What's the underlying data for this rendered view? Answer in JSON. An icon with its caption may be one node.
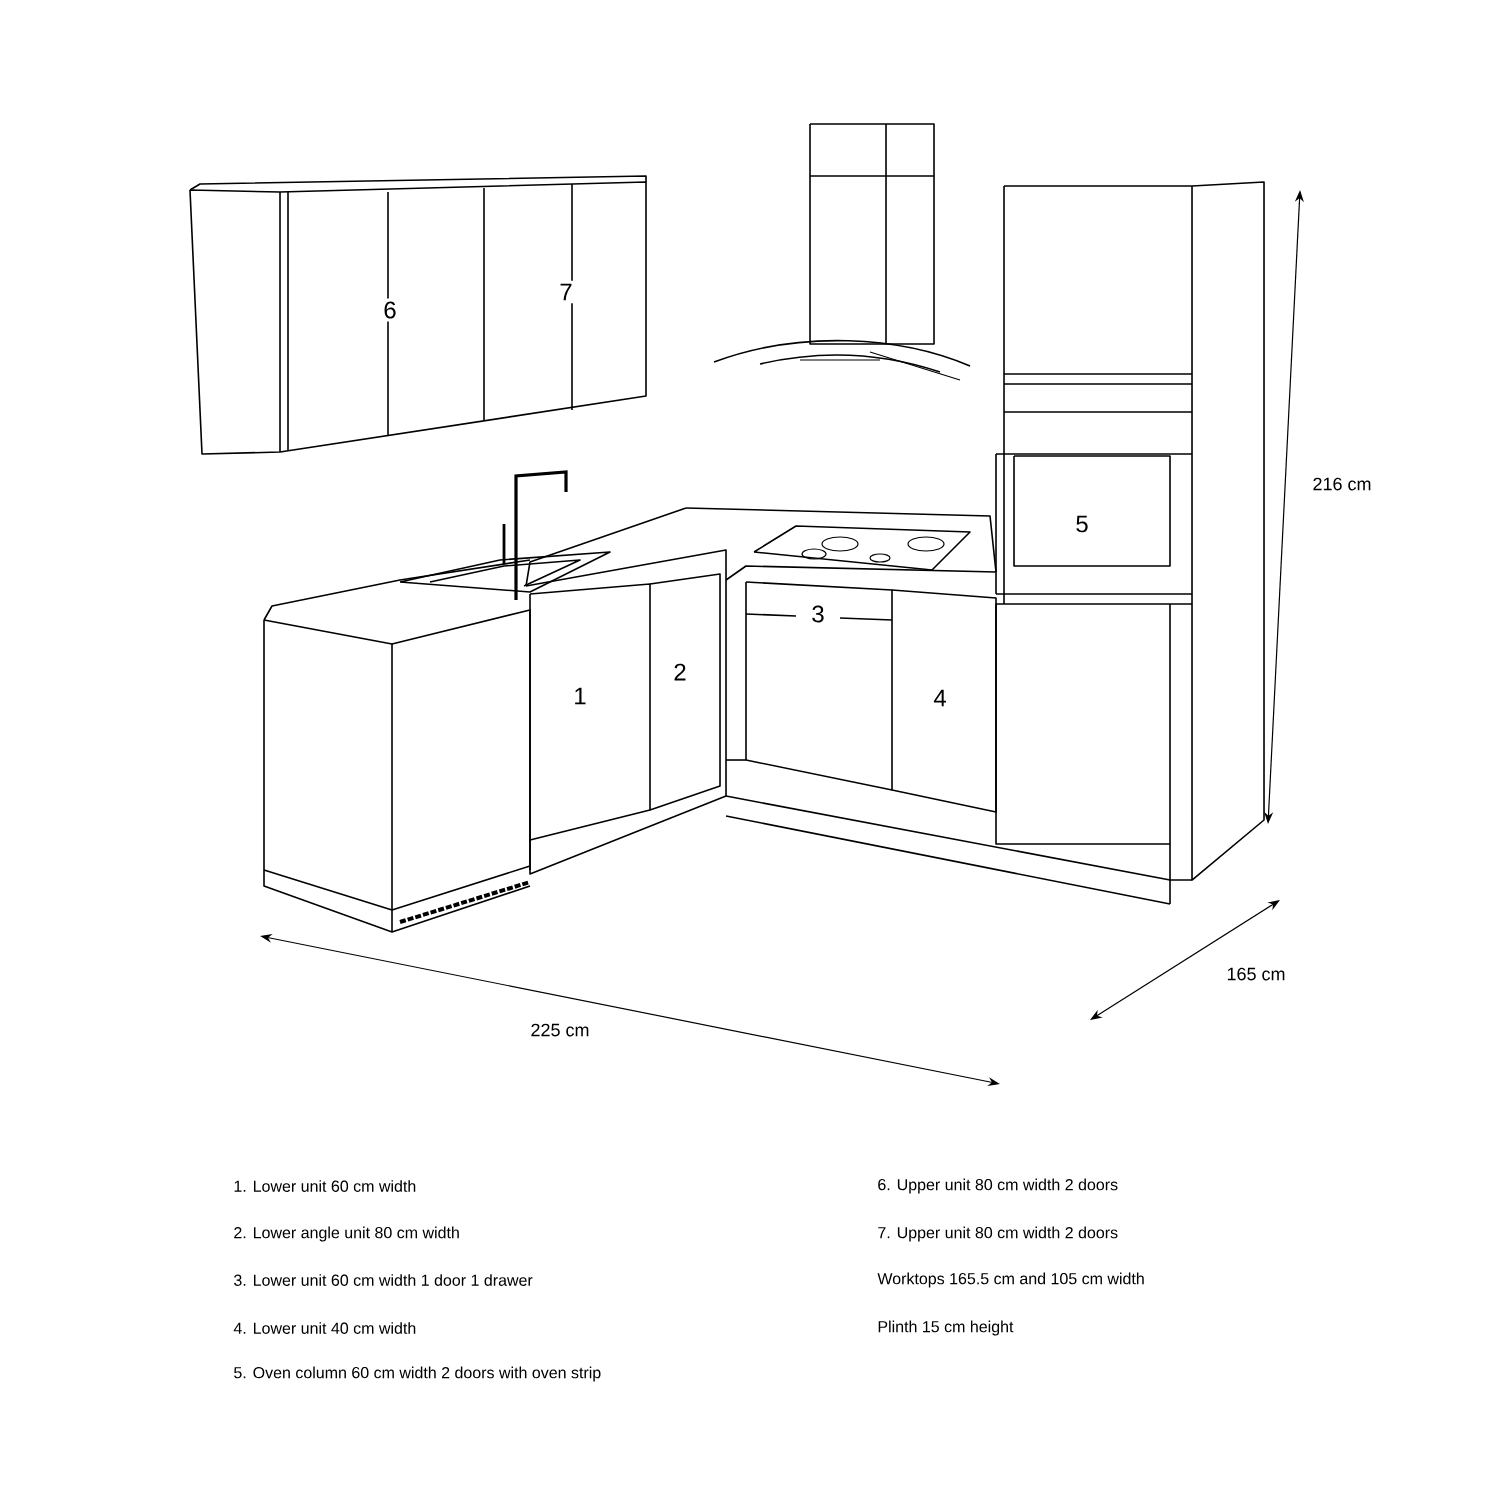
{
  "diagram": {
    "labels": [
      "6",
      "7",
      "216 cm",
      "5",
      "3",
      "2",
      "1",
      "4",
      "165 cm",
      "225 cm",
      "1. Lower unit 60 cm width",
      "2. Lower angle unit 80 cm width",
      "3. Lower unit 60 cm width 1 door 1 drawer",
      "4. Lower unit 40 cm width",
      "5. Oven column 60 cm width 2 doors with oven strip",
      "6. Upper unit 80 cm width 2 doors",
      "7. Upper unit 80 cm width 2 doors",
      "Worktops 165.5 cm and 105 cm width",
      "Plinth 15 cm height"
    ]
  }
}
